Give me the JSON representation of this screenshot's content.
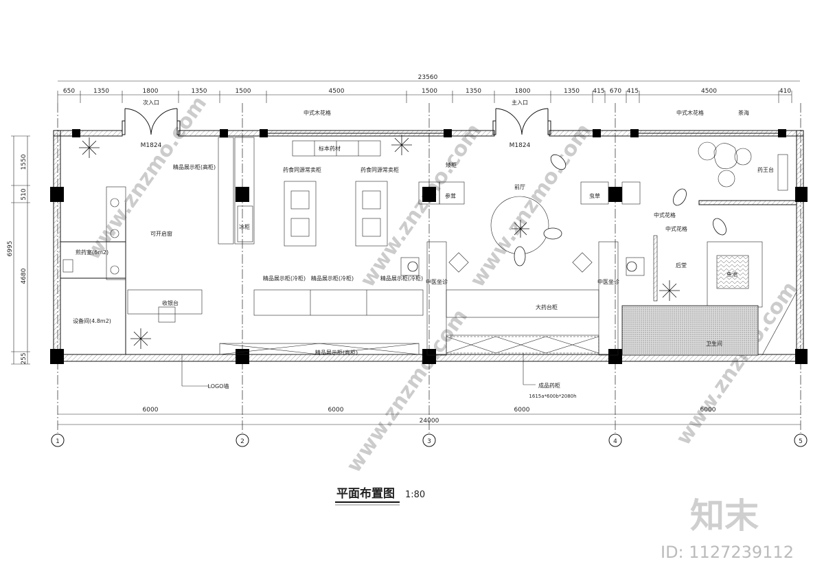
{
  "drawing": {
    "title": "平面布置图",
    "scale": "1:80"
  },
  "dimensions": {
    "top_total": "23560",
    "top_segments": [
      "650",
      "1350",
      "1800",
      "1350",
      "1500",
      "4500",
      "1500",
      "1350",
      "1800",
      "1350",
      "415",
      "670",
      "415",
      "4500",
      "410"
    ],
    "left_total": "6995",
    "left_segments": [
      "1550",
      "510",
      "4680",
      "255"
    ],
    "bottom_segments": [
      "6000",
      "6000",
      "6000",
      "6000"
    ],
    "bottom_total": "24000"
  },
  "axes": [
    "1",
    "2",
    "3",
    "4",
    "5"
  ],
  "labels": {
    "secondary_entrance": "次入口",
    "main_entrance": "主入口",
    "door_code": "M1824",
    "wood_lattice": "中式木花格",
    "specimen_herbs": "标本药材",
    "boutique_tall_cabinet": "精品展示柜(高柜)",
    "food_medicine_cabinet": "药食同源常卖柜",
    "low_cabinet": "矮柜",
    "ginseng": "参茸",
    "lobby": "前厅",
    "cordyceps": "虫草",
    "tea_table": "茶海",
    "medicine_king_table": "药王台",
    "lattice": "中式花格",
    "freezer": "冰柜",
    "openable_window": "可开启窗",
    "decoction_room": "煎药室(6m2)",
    "equipment_room": "设备间(4.8m2)",
    "cashier": "收银台",
    "boutique_cold_cabinet": "精品展示柜(冷柜)",
    "tcm_consult": "中医坐诊",
    "big_counter": "大药台柜",
    "back_hall": "后堂",
    "fish_pond": "鱼池",
    "restroom": "卫生间",
    "logo_wall": "LOGO墙",
    "finished_medicine_cabinet": "成品药柜",
    "cabinet_size": "1615a*600b*2080h"
  },
  "watermark": {
    "brand": "知末",
    "site": "www.znzmo.com",
    "id": "ID: 1127239112"
  }
}
